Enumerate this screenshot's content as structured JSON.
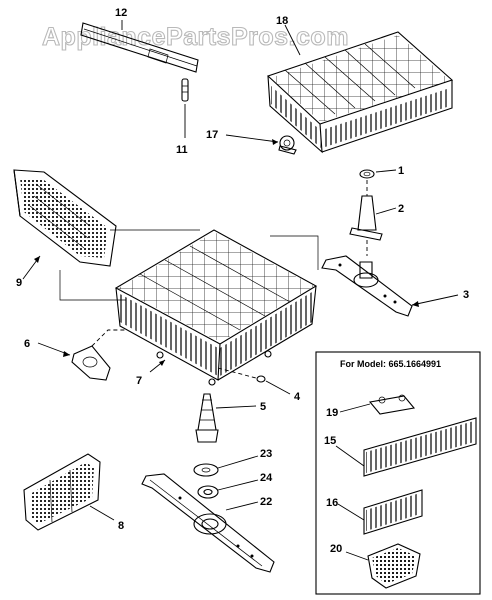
{
  "watermark": "AppliancePartsPros.com",
  "inset_box": {
    "model_label": "For Model: 665.1664991"
  },
  "callouts": {
    "c1": "1",
    "c2": "2",
    "c3": "3",
    "c4": "4",
    "c5": "5",
    "c6": "6",
    "c7": "7",
    "c8": "8",
    "c9": "9",
    "c11": "11",
    "c12": "12",
    "c15": "15",
    "c16": "16",
    "c17": "17",
    "c18": "18",
    "c19": "19",
    "c20": "20",
    "c22": "22",
    "c23": "23",
    "c24": "24"
  }
}
